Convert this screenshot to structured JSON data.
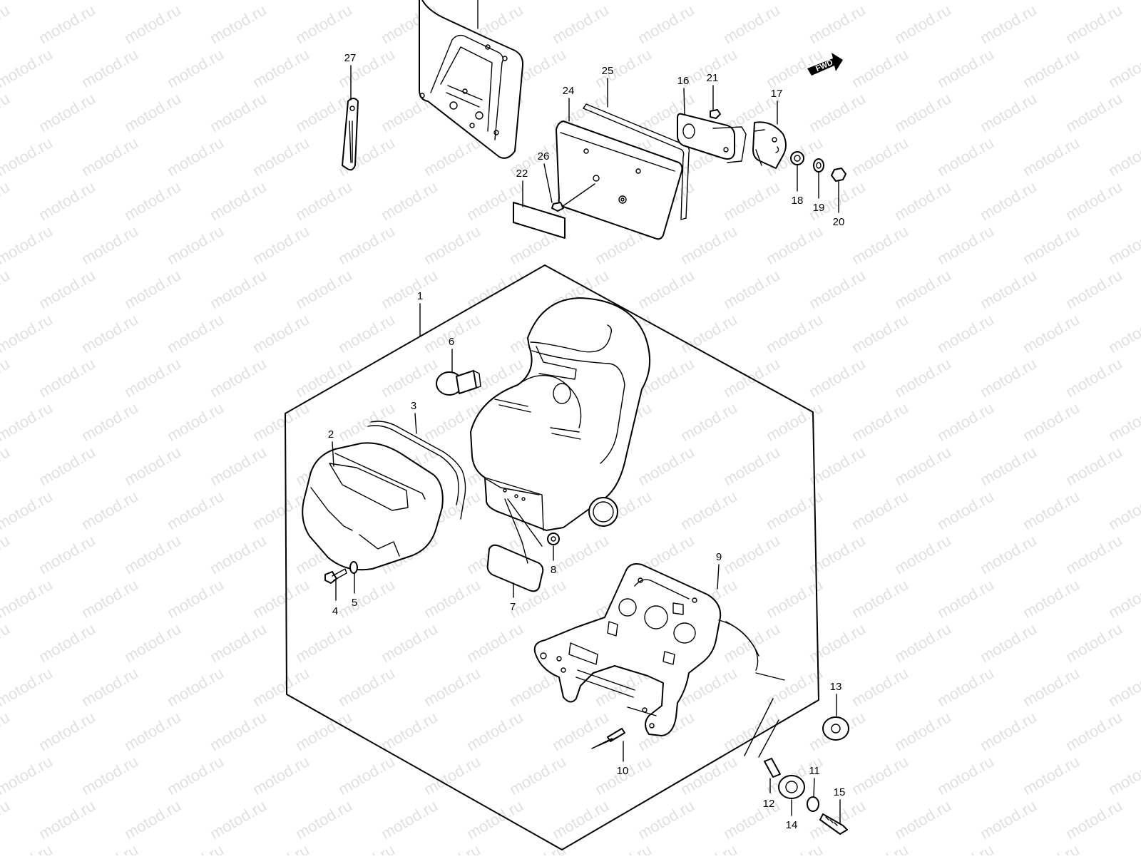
{
  "watermark": {
    "text": "motod.ru"
  },
  "fwd_badge": {
    "label": "FWD"
  },
  "callouts": [
    {
      "id": "1",
      "label": "1"
    },
    {
      "id": "2",
      "label": "2"
    },
    {
      "id": "3",
      "label": "3"
    },
    {
      "id": "4",
      "label": "4"
    },
    {
      "id": "5",
      "label": "5"
    },
    {
      "id": "6",
      "label": "6"
    },
    {
      "id": "7",
      "label": "7"
    },
    {
      "id": "8",
      "label": "8"
    },
    {
      "id": "9",
      "label": "9"
    },
    {
      "id": "10",
      "label": "10"
    },
    {
      "id": "11",
      "label": "11"
    },
    {
      "id": "12",
      "label": "12"
    },
    {
      "id": "13",
      "label": "13"
    },
    {
      "id": "14",
      "label": "14"
    },
    {
      "id": "15",
      "label": "15"
    },
    {
      "id": "16",
      "label": "16"
    },
    {
      "id": "17",
      "label": "17"
    },
    {
      "id": "18",
      "label": "18"
    },
    {
      "id": "19",
      "label": "19"
    },
    {
      "id": "20",
      "label": "20"
    },
    {
      "id": "21",
      "label": "21"
    },
    {
      "id": "22",
      "label": "22"
    },
    {
      "id": "24",
      "label": "24"
    },
    {
      "id": "25",
      "label": "25"
    },
    {
      "id": "26",
      "label": "26"
    },
    {
      "id": "27",
      "label": "27"
    }
  ]
}
